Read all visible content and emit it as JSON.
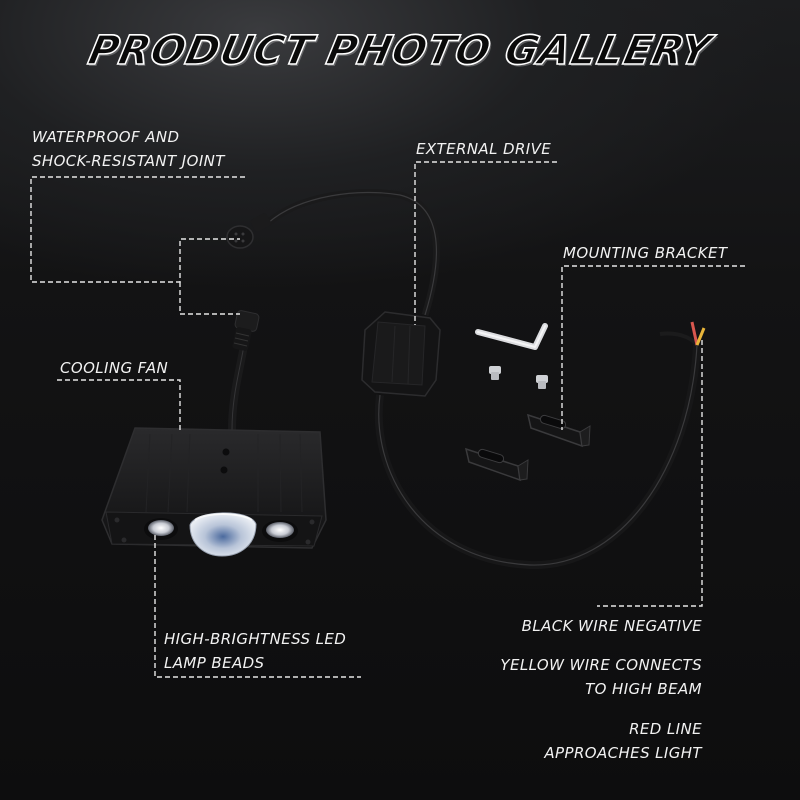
{
  "header": {
    "title": "PRODUCT PHOTO GALLERY"
  },
  "callouts": {
    "waterproof_joint": {
      "line1": "WATERPROOF AND",
      "line2": "SHOCK-RESISTANT JOINT"
    },
    "external_drive": {
      "line1": "EXTERNAL DRIVE"
    },
    "mounting_bracket": {
      "line1": "MOUNTING BRACKET"
    },
    "cooling_fan": {
      "line1": "COOLING FAN"
    },
    "led_beads": {
      "line1": "HIGH-BRIGHTNESS LED",
      "line2": "LAMP BEADS"
    },
    "black_wire": {
      "line1": "BLACK WIRE NEGATIVE"
    },
    "yellow_wire": {
      "line1": "YELLOW WIRE CONNECTS",
      "line2": "TO HIGH BEAM"
    },
    "red_line": {
      "line1": "RED LINE",
      "line2": "APPROACHES LIGHT"
    }
  },
  "colors": {
    "background": "#0d0d0e",
    "text": "#f2f2f2",
    "leader_line": "#e6e6e6",
    "wire_red": "#d9574f",
    "wire_yellow": "#e8b53a"
  }
}
